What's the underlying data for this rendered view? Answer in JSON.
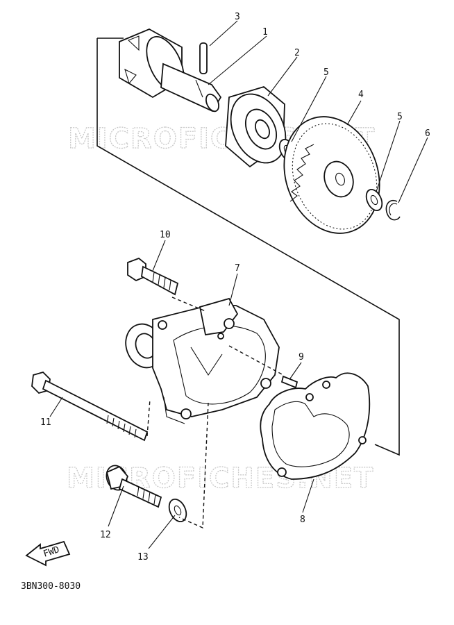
{
  "watermark": {
    "text_top": "MICROFICHES.NET",
    "text_bottom": "MICROFICHES.NET"
  },
  "callouts": [
    {
      "id": "1",
      "text": "1"
    },
    {
      "id": "2",
      "text": "2"
    },
    {
      "id": "3",
      "text": "3"
    },
    {
      "id": "4",
      "text": "4"
    },
    {
      "id": "5a",
      "text": "5"
    },
    {
      "id": "5b",
      "text": "5"
    },
    {
      "id": "6",
      "text": "6"
    },
    {
      "id": "7",
      "text": "7"
    },
    {
      "id": "8",
      "text": "8"
    },
    {
      "id": "9",
      "text": "9"
    },
    {
      "id": "10",
      "text": "10"
    },
    {
      "id": "11",
      "text": "11"
    },
    {
      "id": "12",
      "text": "12"
    },
    {
      "id": "13",
      "text": "13"
    }
  ],
  "fwd_label": "FWD",
  "diagram_code": "3BN300-8030"
}
